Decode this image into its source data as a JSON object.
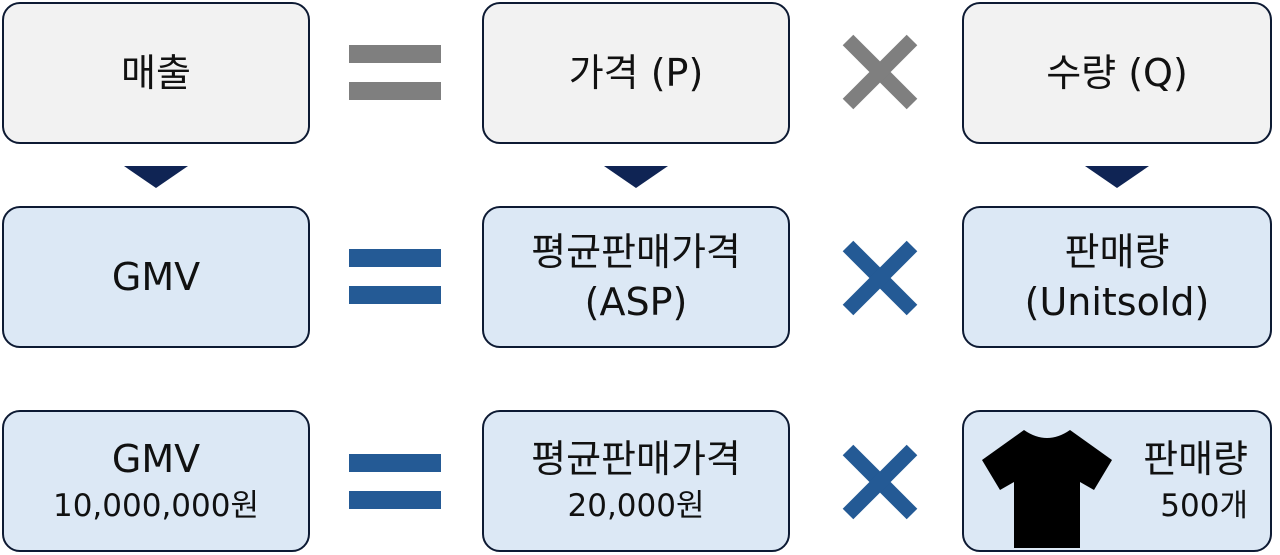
{
  "row1": {
    "revenue": "매출",
    "price": "가격 (P)",
    "quantity": "수량 (Q)"
  },
  "row2": {
    "gmv": "GMV",
    "asp_line1": "평균판매가격",
    "asp_line2": "(ASP)",
    "units_line1": "판매량",
    "units_line2": "(Unitsold)"
  },
  "row3": {
    "gmv": "GMV",
    "gmv_value": "10,000,000원",
    "asp": "평균판매가격",
    "asp_value": "20,000원",
    "units": "판매량",
    "units_value": "500개"
  },
  "icons": [
    "equals-icon",
    "multiply-icon",
    "down-triangle-icon",
    "tshirt-icon"
  ],
  "colors": {
    "gray_box": "#f2f2f2",
    "blue_box": "#dce8f5",
    "border": "#0d1a33",
    "operator_gray": "#7f7f7f",
    "operator_blue": "#245a95",
    "arrow": "#0f2454"
  }
}
